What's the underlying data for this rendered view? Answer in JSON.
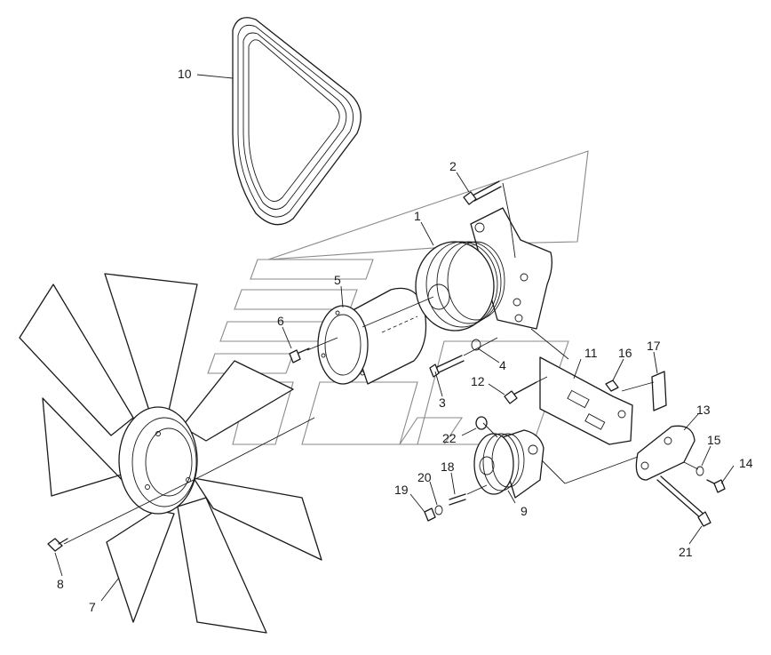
{
  "callouts": [
    {
      "id": "1",
      "text": "1"
    },
    {
      "id": "2",
      "text": "2"
    },
    {
      "id": "3",
      "text": "3"
    },
    {
      "id": "4",
      "text": "4"
    },
    {
      "id": "5",
      "text": "5"
    },
    {
      "id": "6",
      "text": "6"
    },
    {
      "id": "7",
      "text": "7"
    },
    {
      "id": "8",
      "text": "8"
    },
    {
      "id": "9",
      "text": "9"
    },
    {
      "id": "10",
      "text": "10"
    },
    {
      "id": "11",
      "text": "11"
    },
    {
      "id": "12",
      "text": "12"
    },
    {
      "id": "13",
      "text": "13"
    },
    {
      "id": "14",
      "text": "14"
    },
    {
      "id": "15",
      "text": "15"
    },
    {
      "id": "16",
      "text": "16"
    },
    {
      "id": "17",
      "text": "17"
    },
    {
      "id": "18",
      "text": "18"
    },
    {
      "id": "19",
      "text": "19"
    },
    {
      "id": "20",
      "text": "20"
    },
    {
      "id": "21",
      "text": "21"
    },
    {
      "id": "22",
      "text": "22"
    }
  ],
  "colors": {
    "line": "#1a1a1a",
    "watermark": "#8a8a8a",
    "background": "#ffffff"
  }
}
